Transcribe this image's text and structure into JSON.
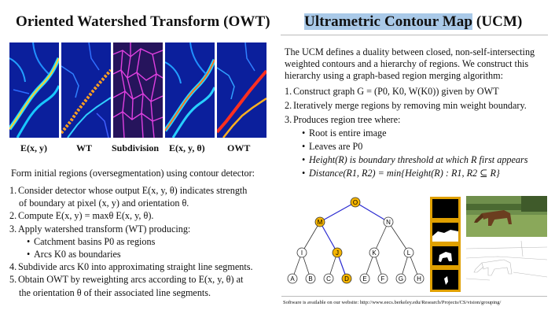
{
  "left": {
    "title": "Oriented Watershed Transform (OWT)",
    "image_labels": [
      "E(x, y)",
      "WT",
      "Subdivision",
      "E(x, y, θ)",
      "OWT"
    ],
    "intro": "Form initial regions (oversegmentation) using contour detector:",
    "steps": [
      {
        "num": "1.",
        "line1": "Consider detector whose output E(x, y, θ) indicates strength",
        "line2": "of boundary at pixel (x, y) and orientation θ."
      },
      {
        "num": "2.",
        "line1": "Compute E(x, y) = maxθ E(x, y, θ)."
      },
      {
        "num": "3.",
        "line1": "Apply watershed transform (WT) producing:"
      },
      {
        "num": "4.",
        "line1": "Subdivide arcs K0 into approximating straight line segments."
      },
      {
        "num": "5.",
        "line1": "Obtain OWT by reweighting arcs according to E(x, y, θ) at",
        "line2": "the orientation θ of their associated line segments."
      }
    ],
    "sub_items": [
      "Catchment basins P0 as regions",
      "Arcs K0 as boundaries"
    ]
  },
  "right": {
    "title_highlight": "Ultrametric Contour Map",
    "title_rest": " (UCM)",
    "paragraph": [
      "The UCM defines a duality between closed, non-self-intersecting",
      "weighted contours and a hierarchy of regions. We construct this",
      "hierarchy using a graph-based region merging algorithm:"
    ],
    "steps": [
      {
        "num": "1.",
        "text": "Construct graph G = (P0, K0, W(K0)) given by OWT"
      },
      {
        "num": "2.",
        "text": "Iteratively merge regions by removing min weight boundary."
      },
      {
        "num": "3.",
        "text": "Produces region tree where:"
      }
    ],
    "sub_items": [
      "Root is entire image",
      "Leaves are P0",
      "Height(R) is boundary threshold at which R first appears",
      "Distance(R1, R2) = min{Height(R) : R1, R2 ⊆ R}"
    ],
    "tree_nodes": [
      "O",
      "M",
      "N",
      "I",
      "J",
      "K",
      "L",
      "A",
      "B",
      "C",
      "D",
      "E",
      "F",
      "G",
      "H"
    ],
    "footer": "Software is available on our website: http://www.eecs.berkeley.edu/Research/Projects/CS/vision/grouping/"
  },
  "colors": {
    "highlight": "#a9c9e8",
    "node_orange": "#f5b400",
    "path_blue": "#2a2ad0",
    "panel_border": "#e0a000"
  }
}
